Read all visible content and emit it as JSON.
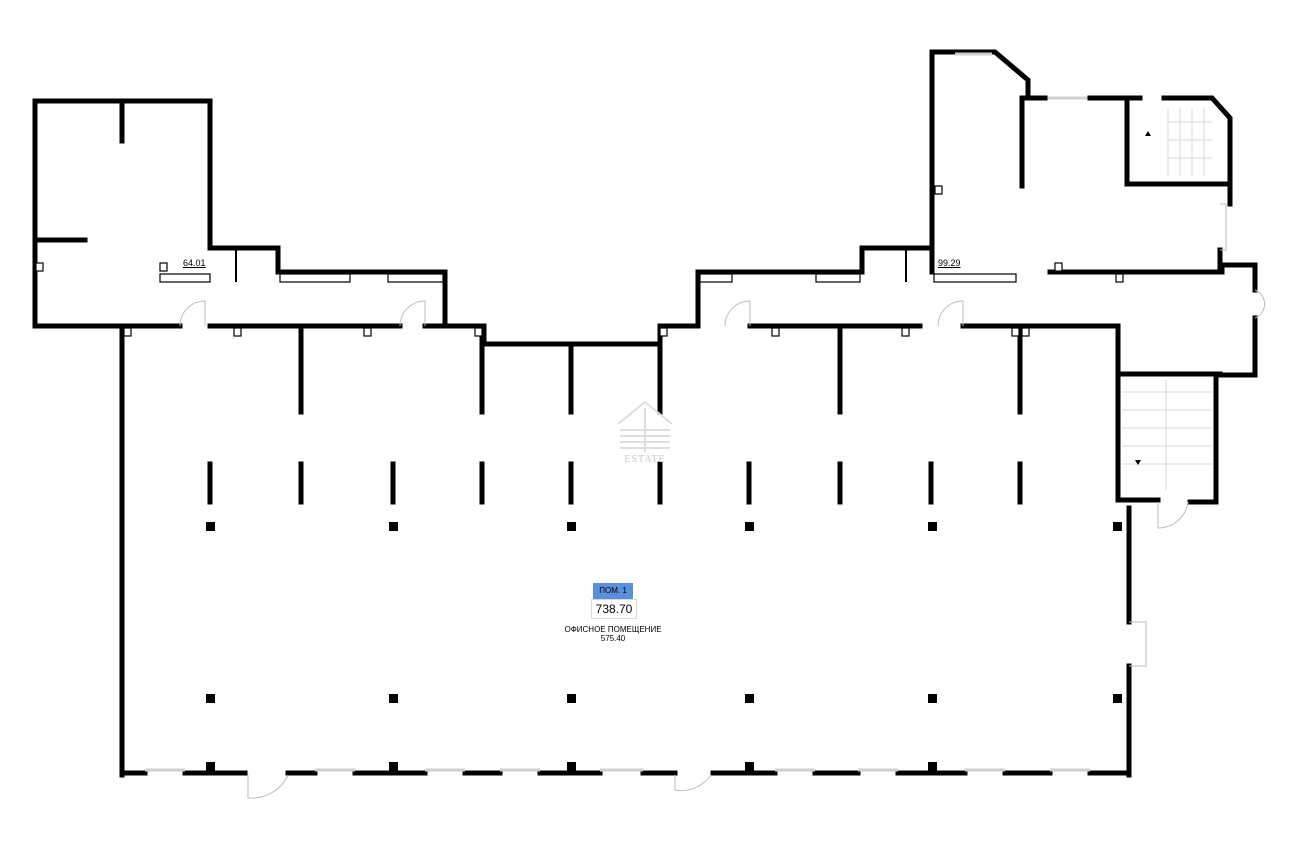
{
  "rooms": {
    "left_room_area": "64.01",
    "right_room_area": "99.29",
    "main_room": {
      "tag": "ПОМ. 1",
      "area": "738.70",
      "name": "ОФИСНОЕ ПОМЕЩЕНИЕ",
      "sub_area": "575.40"
    }
  },
  "watermark": {
    "text": "ESTATE"
  },
  "colors": {
    "tag_fill": "#5b8fdc",
    "wall": "#000000",
    "watermark": "#c8c8c8"
  }
}
